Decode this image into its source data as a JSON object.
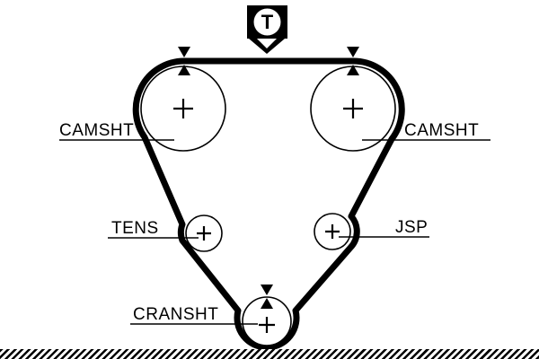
{
  "colors": {
    "ink": "#000000",
    "background": "#ffffff"
  },
  "timing_mark": {
    "letter": "T"
  },
  "labels": {
    "camshaft_left": "CAMSHT",
    "camshaft_right": "CAMSHT",
    "tensioner": "TENS",
    "jsp": "JSP",
    "crankshaft": "CRANSHT"
  }
}
